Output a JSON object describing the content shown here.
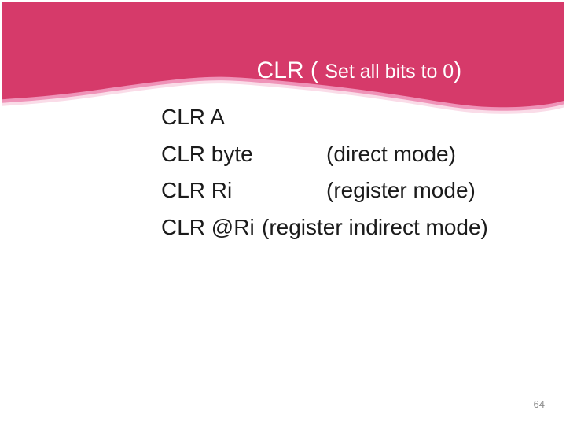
{
  "slide": {
    "title": {
      "prefix": "CLR ( ",
      "emphasis": "Set all bits to 0",
      "suffix": ")"
    },
    "body_lines": [
      {
        "label": "CLR A",
        "note": ""
      },
      {
        "label": "CLR byte",
        "note": "(direct mode)"
      },
      {
        "label": "CLR Ri",
        "note": "(register mode)"
      },
      {
        "label": "CLR @Ri",
        "note": "(register indirect mode)"
      }
    ],
    "page_number": "64",
    "colors": {
      "band": "#d63a6a",
      "band_edge_light": "#ef93b8",
      "band_edge_fade": "#fadce8",
      "title_text": "#ffffff",
      "body_text": "#1b1b1b",
      "page_number": "#8c8c8c"
    }
  }
}
